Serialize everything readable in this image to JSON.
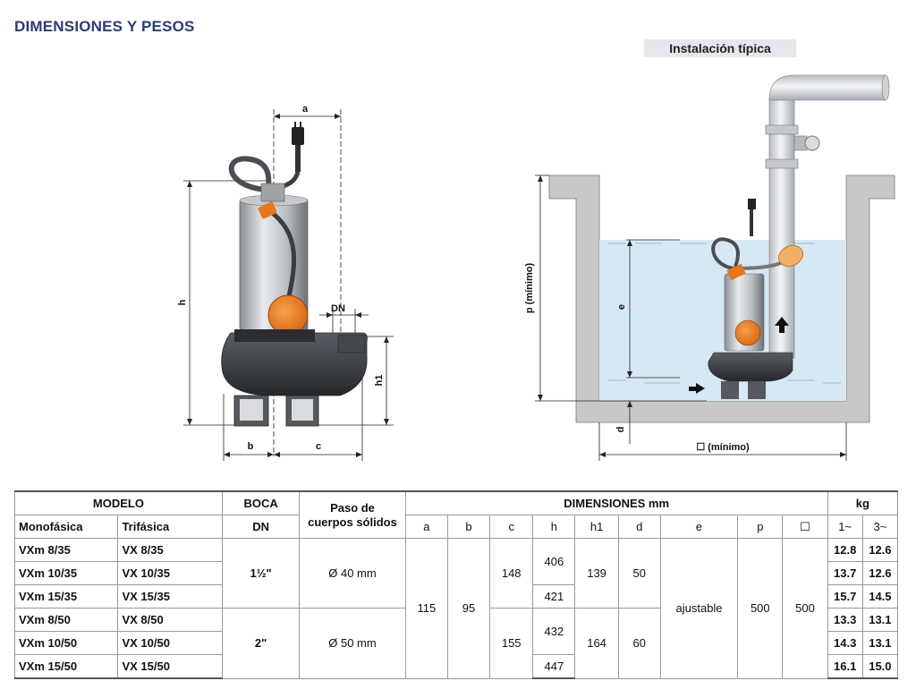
{
  "title": "DIMENSIONES Y PESOS",
  "install_label": "Instalación típica",
  "labels": {
    "a": "a",
    "b": "b",
    "c": "c",
    "h": "h",
    "h1": "h1",
    "dn": "DN",
    "p": "p  (mínimo)",
    "e": "e",
    "d": "d",
    "box": "☐  (mínimo)"
  },
  "table": {
    "head": {
      "modelo": "MODELO",
      "boca": "BOCA",
      "paso": "Paso de\ncuerpos sólidos",
      "dimensiones": "DIMENSIONES mm",
      "kg": "kg",
      "monofasica": "Monofásica",
      "trifasica": "Trifásica",
      "dn": "DN",
      "cols": [
        "a",
        "b",
        "c",
        "h",
        "h1",
        "d",
        "e",
        "p",
        "☐"
      ],
      "kg1": "1~",
      "kg3": "3~"
    },
    "rows": [
      {
        "mono": "VXm 8/35",
        "tri": "VX 8/35",
        "k1": "12.8",
        "k3": "12.6"
      },
      {
        "mono": "VXm 10/35",
        "tri": "VX 10/35",
        "k1": "13.7",
        "k3": "12.6"
      },
      {
        "mono": "VXm 15/35",
        "tri": "VX 15/35",
        "k1": "15.7",
        "k3": "14.5"
      },
      {
        "mono": "VXm 8/50",
        "tri": "VX 8/50",
        "k1": "13.3",
        "k3": "13.1"
      },
      {
        "mono": "VXm 10/50",
        "tri": "VX 10/50",
        "k1": "14.3",
        "k3": "13.1"
      },
      {
        "mono": "VXm 15/50",
        "tri": "VX 15/50",
        "k1": "16.1",
        "k3": "15.0"
      }
    ],
    "boca": [
      "1½\"",
      "2\""
    ],
    "paso": [
      "Ø 40 mm",
      "Ø 50 mm"
    ],
    "a": "115",
    "b": "95",
    "c": [
      "148",
      "155"
    ],
    "h": [
      "406",
      "421",
      "432",
      "447"
    ],
    "h1": [
      "139",
      "164"
    ],
    "d": [
      "50",
      "60"
    ],
    "e": "ajustable",
    "p": "500",
    "box": "500"
  },
  "colors": {
    "title": "#2a3b78",
    "pump_orange": "#e8761c",
    "water": "#cfe3f1",
    "wall": "#c8c8c8",
    "pump_body": "#3a3d42"
  }
}
